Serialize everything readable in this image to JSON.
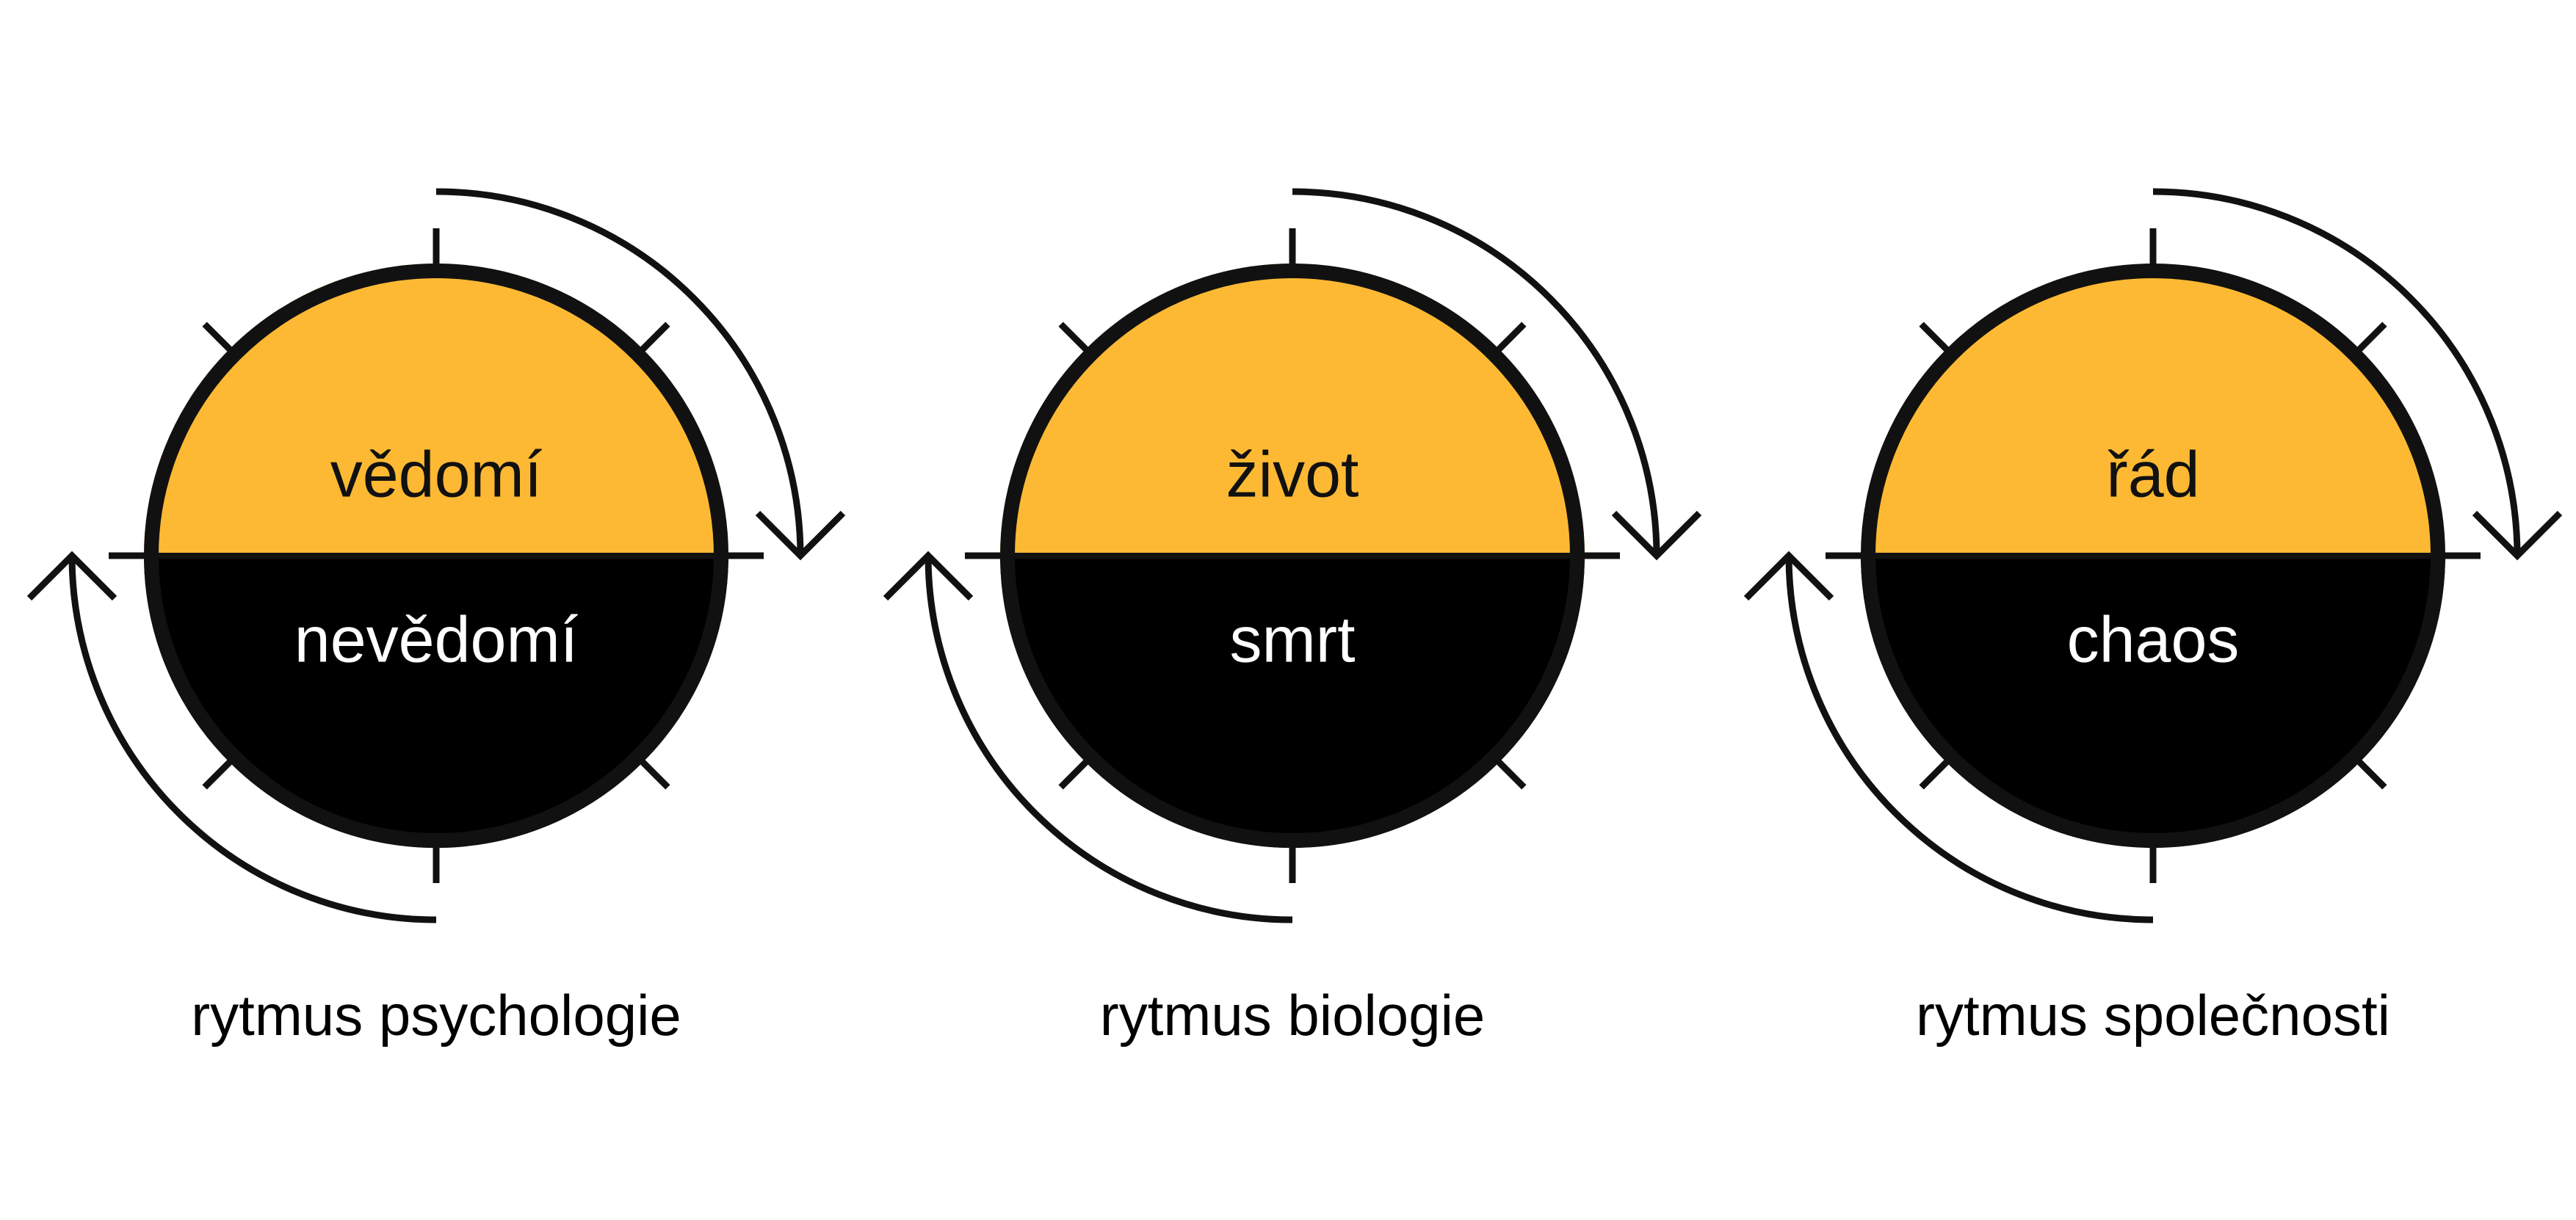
{
  "colors": {
    "top_half": "#FDB933",
    "bottom_half": "#000000",
    "stroke": "#111111",
    "background": "#FFFFFF"
  },
  "cycles": [
    {
      "top_label": "vědomí",
      "bottom_label": "nevědomí",
      "caption": "rytmus psychologie"
    },
    {
      "top_label": "život",
      "bottom_label": "smrt",
      "caption": "rytmus biologie"
    },
    {
      "top_label": "řád",
      "bottom_label": "chaos",
      "caption": "rytmus společnosti"
    }
  ]
}
